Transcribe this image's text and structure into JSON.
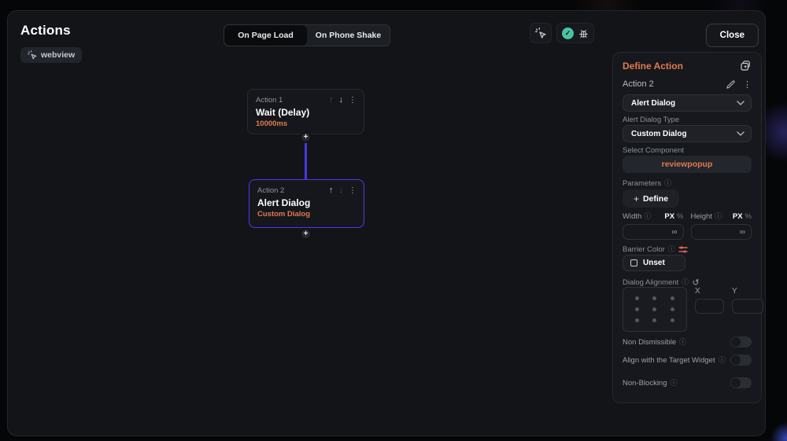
{
  "header": {
    "title": "Actions",
    "target_chip": "webview",
    "tabs": [
      {
        "label": "On Page Load",
        "active": true
      },
      {
        "label": "On Phone Shake",
        "active": false
      }
    ],
    "close_label": "Close"
  },
  "flow": {
    "nodes": [
      {
        "label": "Action 1",
        "title": "Wait (Delay)",
        "subtitle": "10000ms",
        "selected": false
      },
      {
        "label": "Action 2",
        "title": "Alert Dialog",
        "subtitle": "Custom Dialog",
        "selected": true
      }
    ],
    "add_button": "+"
  },
  "panel": {
    "title": "Define Action",
    "action_label": "Action 2",
    "action_type_value": "Alert Dialog",
    "alert_dialog_type_label": "Alert Dialog Type",
    "alert_dialog_type_value": "Custom Dialog",
    "select_component_label": "Select Component",
    "select_component_value": "reviewpopup",
    "parameters_label": "Parameters",
    "define_button_label": "Define",
    "width_label": "Width",
    "height_label": "Height",
    "unit_px": "PX",
    "unit_percent": "%",
    "width_value": "∞",
    "height_value": "∞",
    "barrier_color_label": "Barrier Color",
    "unset_label": "Unset",
    "dialog_alignment_label": "Dialog Alignment",
    "x_label": "X",
    "y_label": "Y",
    "toggles": [
      {
        "label": "Non Dismissible",
        "on": false
      },
      {
        "label": "Align with the Target Widget",
        "on": false
      },
      {
        "label": "Non-Blocking",
        "on": false
      }
    ]
  },
  "colors": {
    "accent_orange": "#e27a4f",
    "accent_indigo": "#4b39ef",
    "accent_green": "#4bc3a2"
  }
}
